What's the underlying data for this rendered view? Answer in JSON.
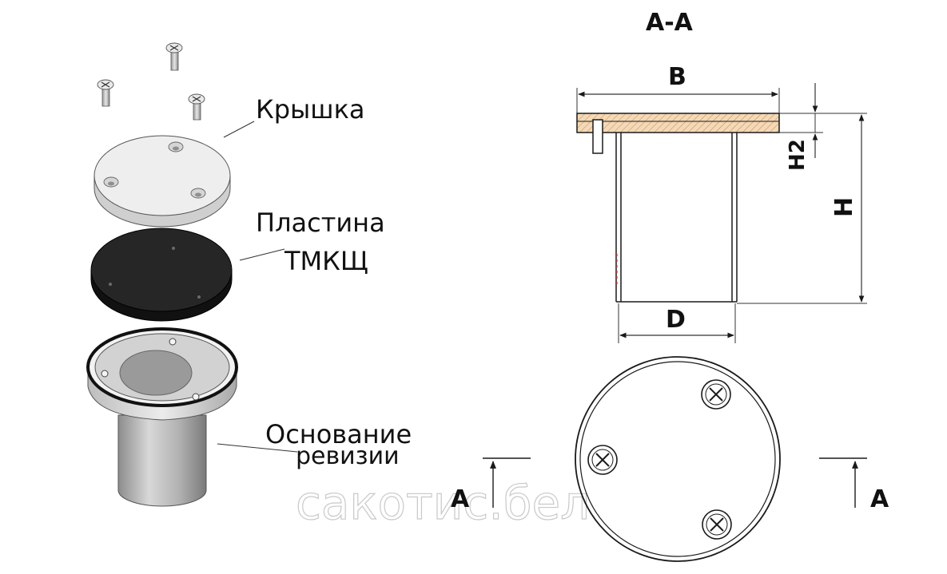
{
  "section": {
    "title": "A-A",
    "dim_b": "B",
    "dim_d": "D",
    "dim_h": "H",
    "dim_h2": "H2"
  },
  "labels": {
    "cover": "Крышка",
    "plate_line1": "Пластина",
    "plate_line2": "ТМКЩ",
    "base_line1": "Основание",
    "base_line2": "ревизии"
  },
  "top_view": {
    "cut_left": "A",
    "cut_right": "A"
  },
  "watermark": "сакотис.бел",
  "colors": {
    "cover": "#eeeeee",
    "plate": "#262626",
    "base_body": "#b5b5b5",
    "lines": "#1a1a1a"
  }
}
